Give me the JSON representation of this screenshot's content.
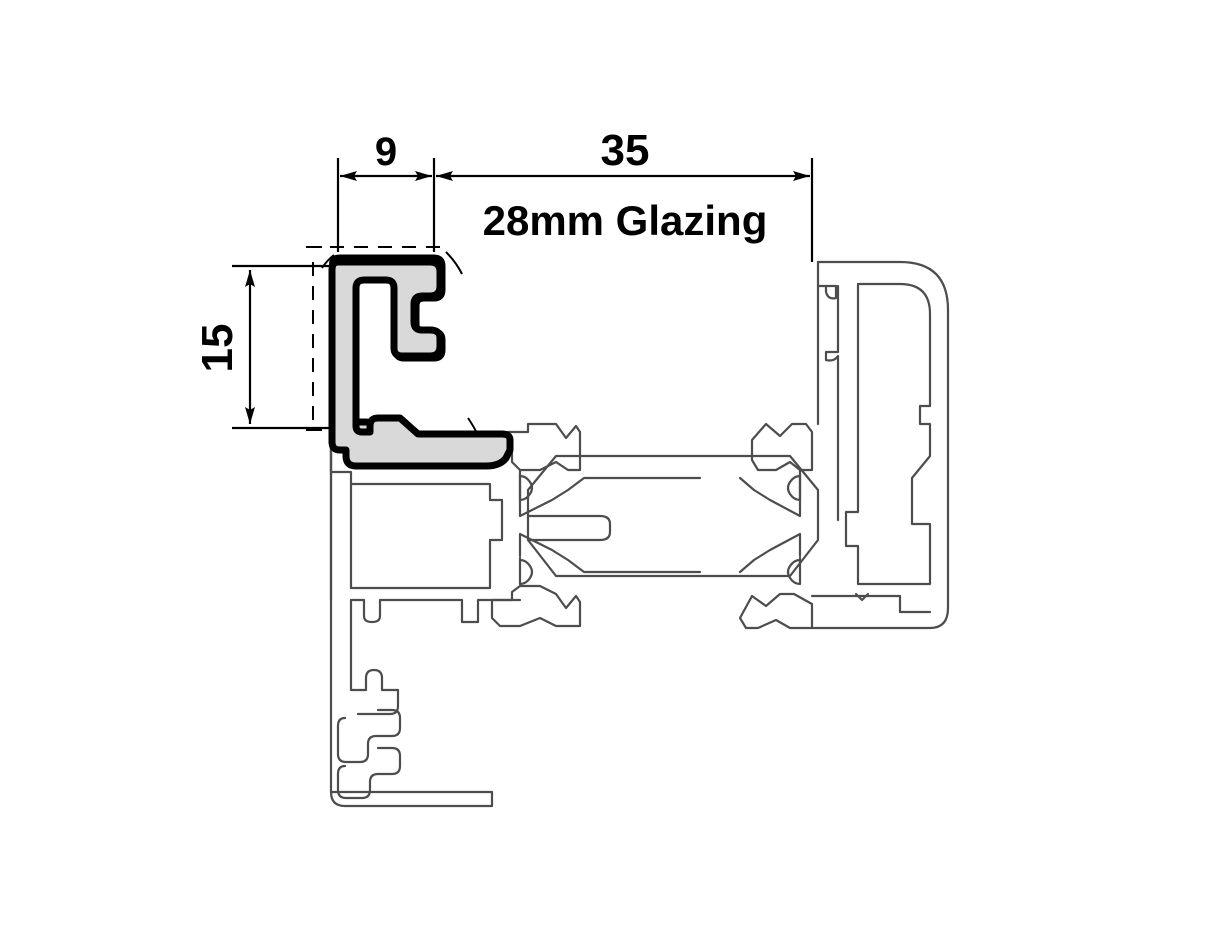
{
  "drawing": {
    "type": "technical-cross-section",
    "subject": "Aluminium window/door frame profile cross-section with glazing bead",
    "background_color": "#ffffff",
    "line_color": "#000000",
    "bead_fill_color": "#d9d9d9",
    "bead_outline_color": "#000000",
    "profile_outline_color": "#4d4d4d"
  },
  "dimensions": {
    "bead_depth": {
      "value": "9",
      "unit_implied": "mm",
      "orientation": "horizontal",
      "position": "top-left"
    },
    "frame_width": {
      "value": "35",
      "unit_implied": "mm",
      "orientation": "horizontal",
      "position": "top-right"
    },
    "bead_height": {
      "value": "15",
      "unit_implied": "mm",
      "orientation": "vertical-rotated",
      "position": "left"
    }
  },
  "labels": {
    "glazing": "28mm Glazing"
  },
  "annotations": {
    "note": "Dimension lines with solid arrowheads, thin extension lines, dashed construction lines around bead"
  }
}
